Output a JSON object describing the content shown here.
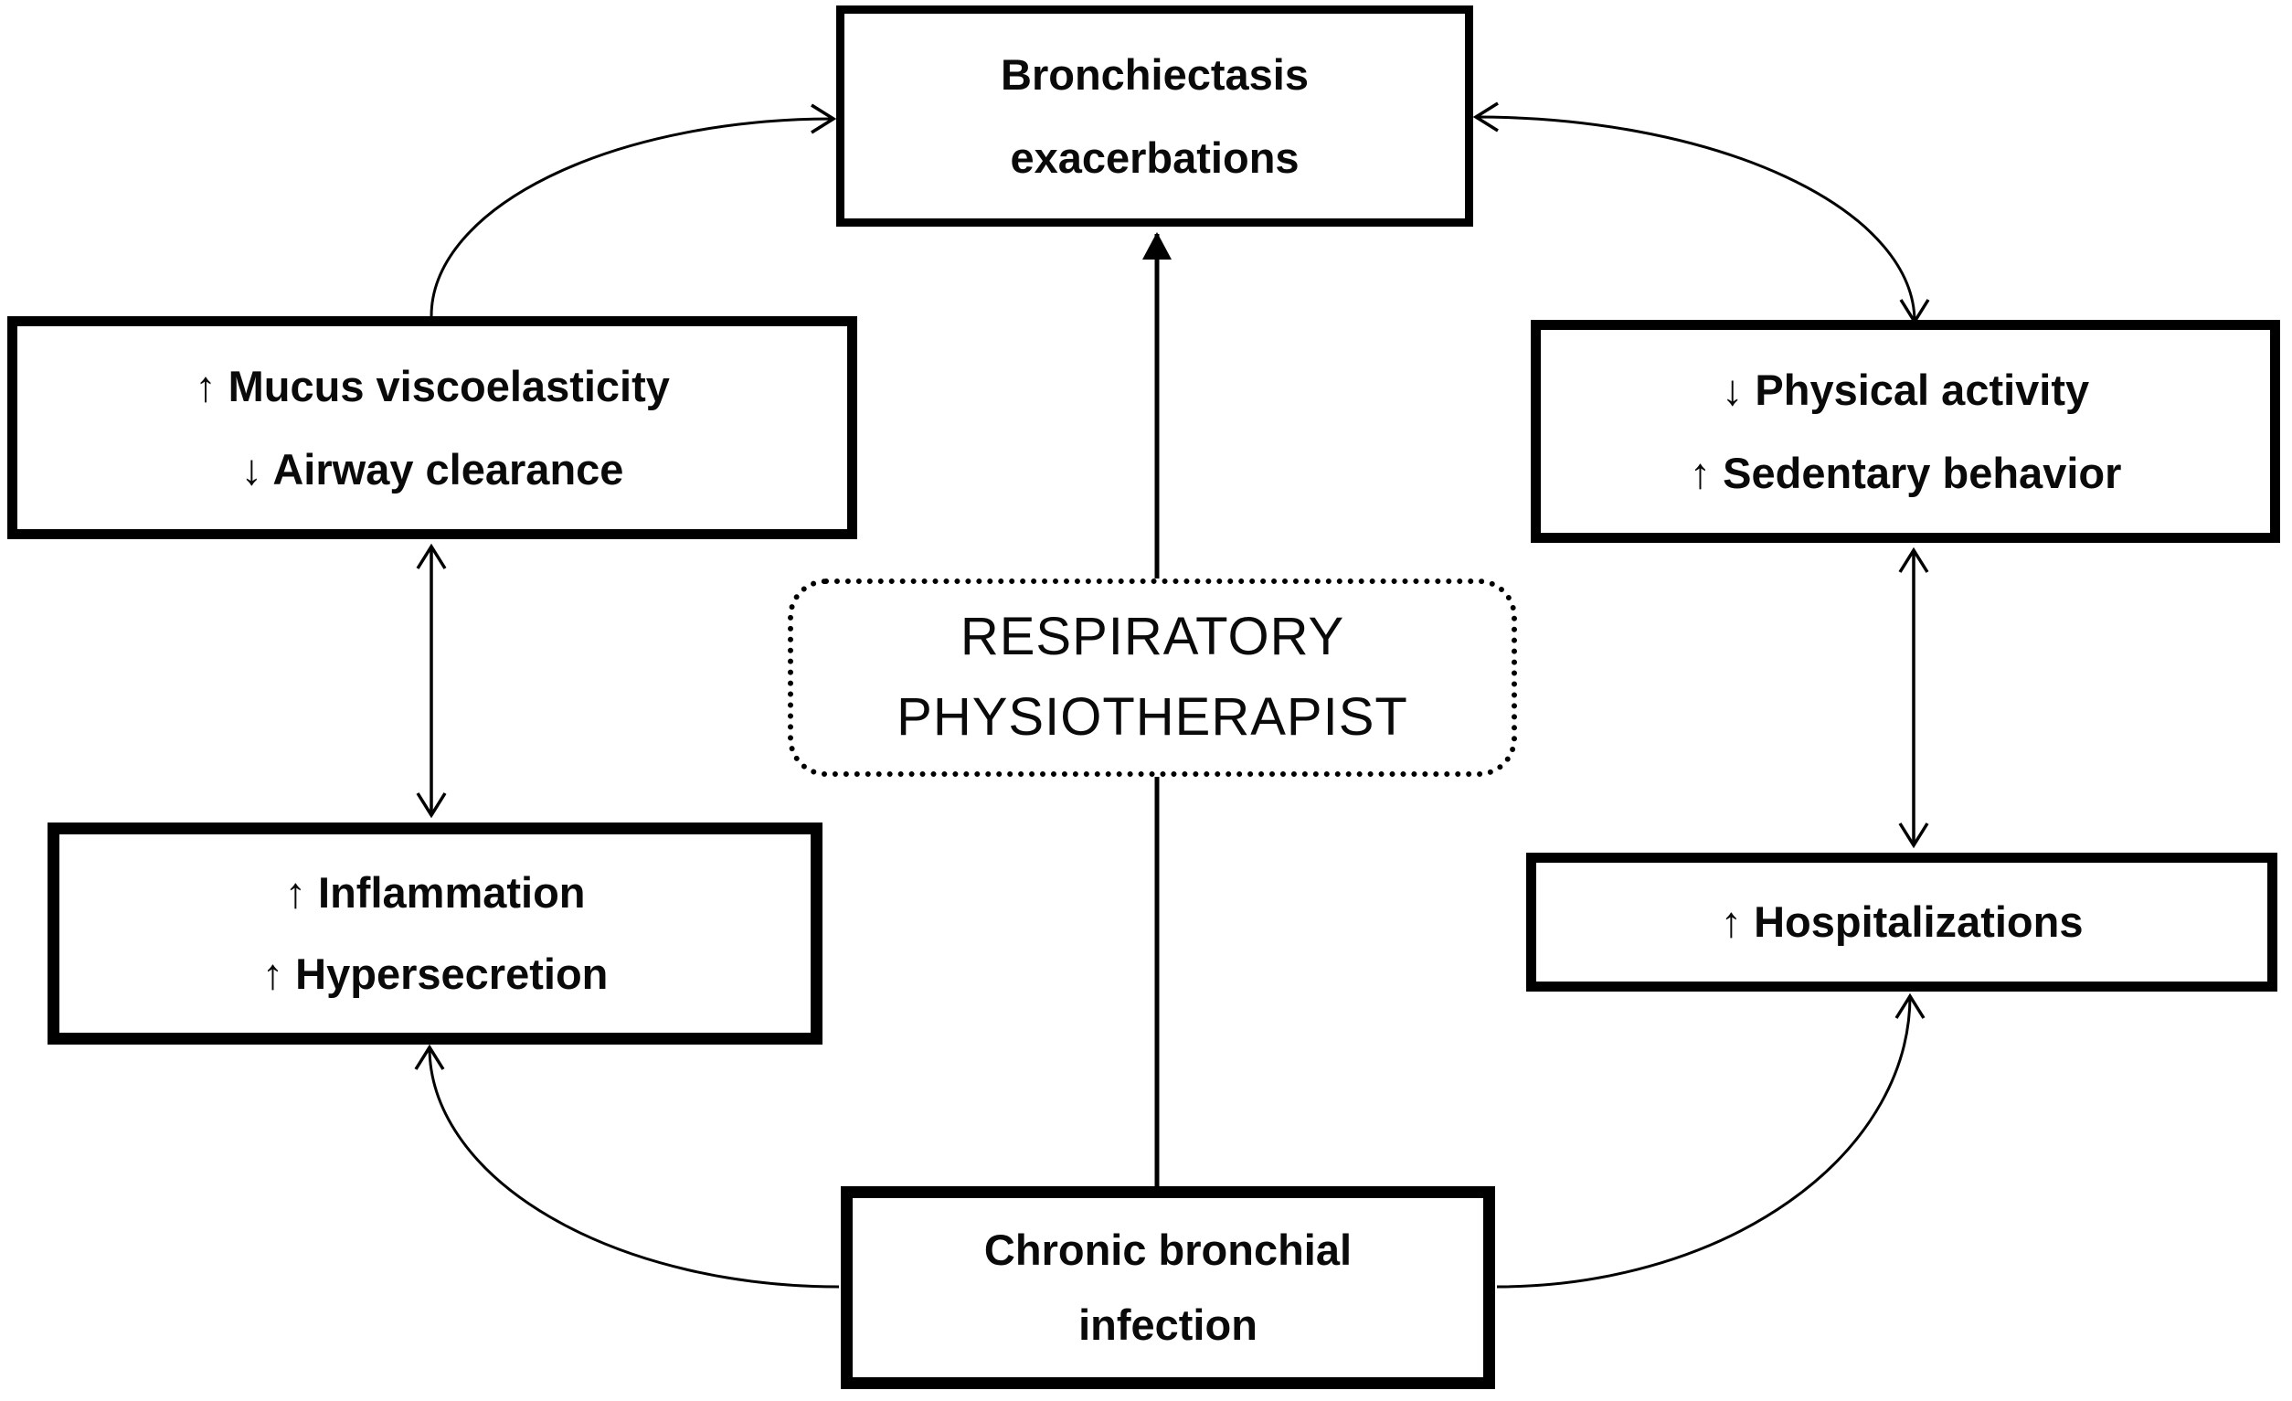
{
  "diagram": {
    "colors": {
      "ink": "#000000",
      "background": "#ffffff"
    },
    "nodes": {
      "exacerbations": {
        "lines": [
          "Bronchiectasis",
          "exacerbations"
        ]
      },
      "mucus": {
        "lines": [
          "↑ Mucus viscoelasticity",
          "↓ Airway clearance"
        ]
      },
      "activity": {
        "lines": [
          "↓ Physical activity",
          "↑ Sedentary behavior"
        ]
      },
      "physio": {
        "lines": [
          "RESPIRATORY",
          "PHYSIOTHERAPIST"
        ]
      },
      "inflammation": {
        "lines": [
          "↑ Inflammation",
          "↑ Hypersecretion"
        ]
      },
      "hospitalizations": {
        "lines": [
          "↑ Hospitalizations"
        ]
      },
      "infection": {
        "lines": [
          "Chronic bronchial",
          "infection"
        ]
      }
    },
    "edges": [
      {
        "id": "mucus-to-exacerbations",
        "from": "mucus",
        "to": "exacerbations",
        "shape": "arc",
        "arrowheads": [
          "end"
        ]
      },
      {
        "id": "exacerbations-activity",
        "from": "exacerbations",
        "to": "activity",
        "shape": "arc",
        "arrowheads": [
          "start",
          "end"
        ]
      },
      {
        "id": "mucus-inflammation",
        "from": "mucus",
        "to": "inflammation",
        "shape": "line",
        "arrowheads": [
          "start",
          "end"
        ]
      },
      {
        "id": "activity-hospitalizations",
        "from": "activity",
        "to": "hospitalizations",
        "shape": "line",
        "arrowheads": [
          "start",
          "end"
        ]
      },
      {
        "id": "physio-to-exacerbations",
        "from": "physio",
        "to": "exacerbations",
        "shape": "line",
        "arrowheads": [
          "end"
        ]
      },
      {
        "id": "physio-infection",
        "from": "physio",
        "to": "infection",
        "shape": "line",
        "arrowheads": []
      },
      {
        "id": "infection-to-inflammation",
        "from": "infection",
        "to": "inflammation",
        "shape": "arc",
        "arrowheads": [
          "end"
        ]
      },
      {
        "id": "infection-to-hospitalizations",
        "from": "infection",
        "to": "hospitalizations",
        "shape": "arc",
        "arrowheads": [
          "end"
        ]
      }
    ]
  }
}
